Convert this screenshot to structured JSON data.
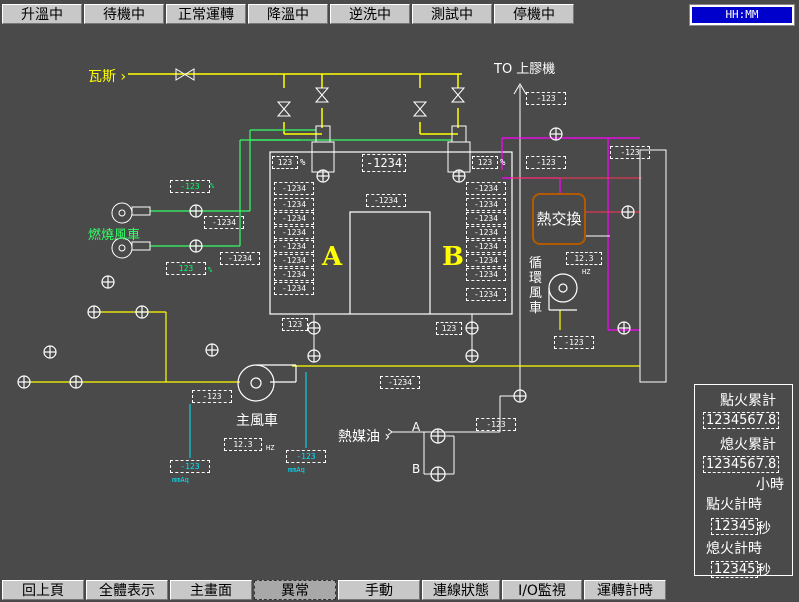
{
  "status_bar": [
    "升溫中",
    "待機中",
    "正常運轉",
    "降溫中",
    "逆洗中",
    "測試中",
    "停機中"
  ],
  "clock": "HH:MM",
  "nav": [
    "回上頁",
    "全體表示",
    "主畫面",
    "異常",
    "手動",
    "連線狀態",
    "I/O監視",
    "運轉計時"
  ],
  "labels": {
    "gas": "瓦斯",
    "to_glue": "TO 上膠機",
    "burner_fan": "燃燒風車",
    "heat_exchanger": "熱交換",
    "circ_fan": "循環風車",
    "main_fan": "主風車",
    "heat_oil": "熱媒油",
    "tank_a": "A",
    "tank_b": "B",
    "oil_a": "A",
    "oil_b": "B"
  },
  "readings": {
    "burner_top": "-123",
    "burner_top_unit": "%",
    "burner_bot": "123",
    "burner_bot_unit": "%",
    "pct_a": "123",
    "pct_a_unit": "%",
    "pct_b": "123",
    "pct_b_unit": "%",
    "center_top": "-1234",
    "center_2": "-1234",
    "left_col": [
      "-1234",
      "-1234",
      "-1234",
      "-1234",
      "-1234",
      "-1234",
      "-1234",
      "-1234"
    ],
    "right_col": [
      "-1234",
      "-1234",
      "-1234",
      "-1234",
      "-1234",
      "-1234",
      "-1234",
      "-1234"
    ],
    "burner_side_1": "-1234",
    "burner_side_2": "-1234",
    "a_bottom": "123",
    "b_bottom": "123",
    "to_glue": "-123",
    "hx_top": "-123",
    "right_top": "-123",
    "circ_hz": "12.3",
    "circ_hz_unit": "HZ",
    "circ_bottom": "-123",
    "main_center": "-1234",
    "main_fan_left": "-123",
    "main_hz": "12.3",
    "main_hz_unit": "HZ",
    "oil_value": "-123",
    "press_left": "-123",
    "press_left_unit": "mmAq",
    "press_right": "-123",
    "press_right_unit": "mmAq"
  },
  "counters": {
    "ignite_total_label": "點火累計",
    "ignite_total_value": "1234567.8",
    "extinguish_total_label": "熄火累計",
    "extinguish_total_value": "1234567.8",
    "hours_label": "小時",
    "ignite_timer_label": "點火計時",
    "ignite_timer_value": "12345",
    "ignite_timer_unit": "秒",
    "extinguish_timer_label": "熄火計時",
    "extinguish_timer_value": "12345",
    "extinguish_timer_unit": "秒"
  },
  "colors": {
    "background": "#4a4a4a",
    "gas_line": "#ffff00",
    "burner_line": "#33ff66",
    "hot_line": "#ff00ff",
    "hx_border": "#b35a00",
    "clock_bg": "#0000cc"
  }
}
